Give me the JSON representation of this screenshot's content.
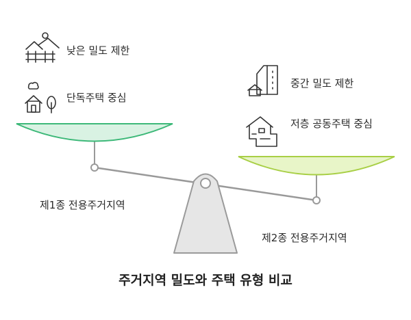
{
  "diagram": {
    "left": {
      "items": [
        {
          "icon": "house-fence-icon",
          "label": "낮은 밀도 제한"
        },
        {
          "icon": "house-tree-icon",
          "label": "단독주택 중심"
        }
      ],
      "pan_label": "제1종 전용주거지역",
      "pan_color": "#d9f2e3",
      "pan_stroke": "#3cb878"
    },
    "right": {
      "items": [
        {
          "icon": "buildings-icon",
          "label": "중간 밀도 제한"
        },
        {
          "icon": "apartment-icon",
          "label": "저층 공동주택 중심"
        }
      ],
      "pan_label": "제2종 전용주거지역",
      "pan_color": "#e8f5c8",
      "pan_stroke": "#a8cf45"
    },
    "title": "주거지역 밀도와 주택 유형 비교"
  }
}
